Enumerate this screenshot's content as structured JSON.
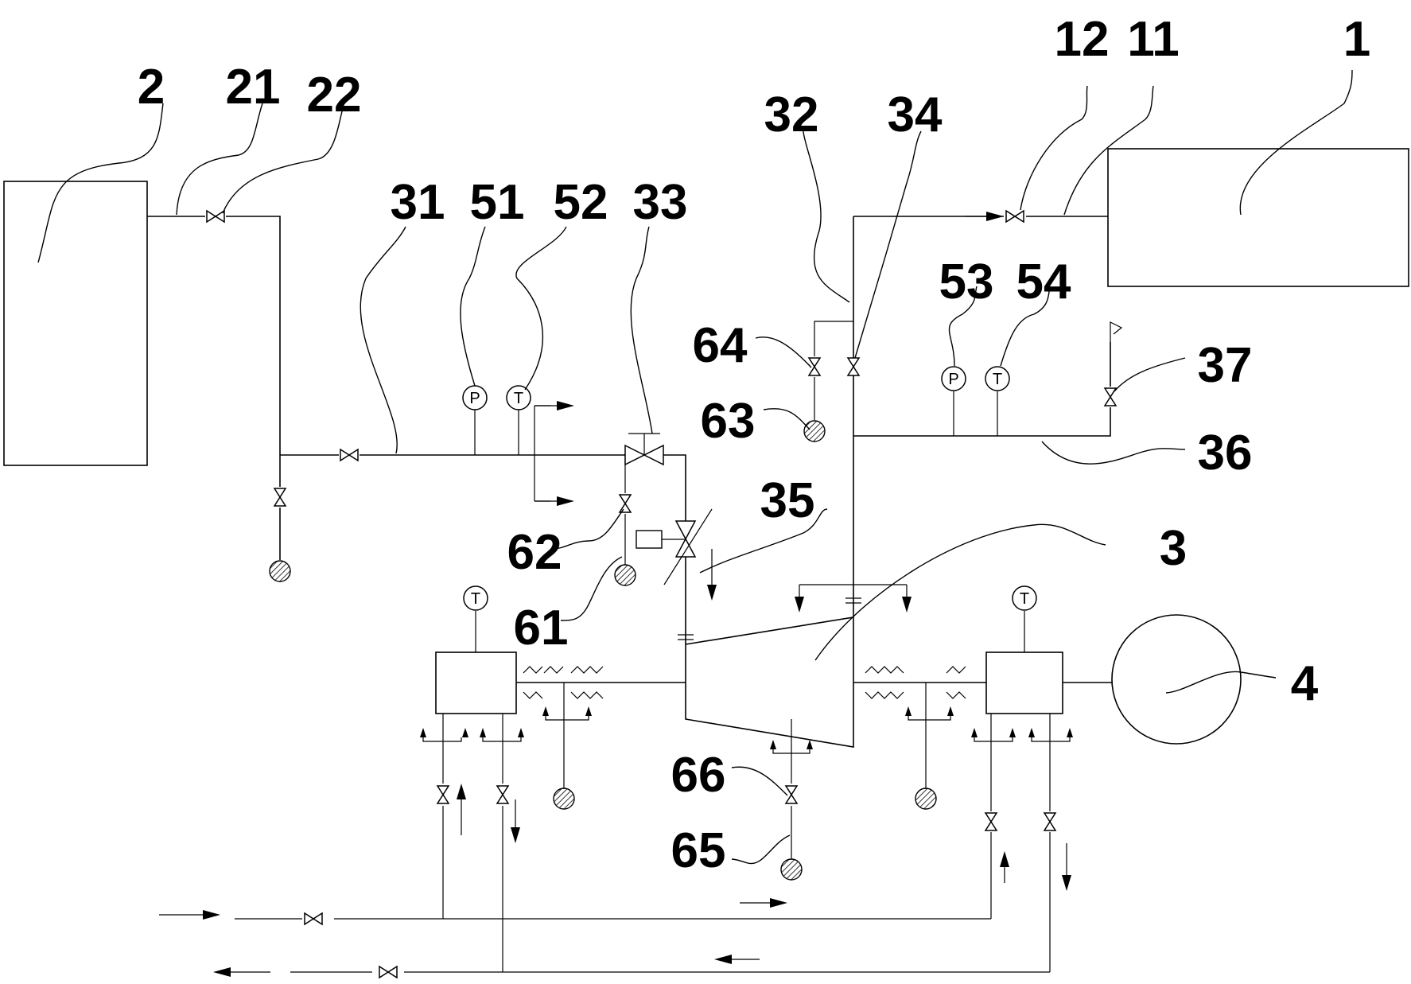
{
  "labels": {
    "l1": "1",
    "l2": "2",
    "l3": "3",
    "l4": "4",
    "l11": "11",
    "l12": "12",
    "l21": "21",
    "l22": "22",
    "l31": "31",
    "l32": "32",
    "l33": "33",
    "l34": "34",
    "l35": "35",
    "l36": "36",
    "l37": "37",
    "l51": "51",
    "l52": "52",
    "l53": "53",
    "l54": "54",
    "l61": "61",
    "l62": "62",
    "l63": "63",
    "l64": "64",
    "l65": "65",
    "l66": "66"
  },
  "instruments": {
    "pressure": "P",
    "temperature": "T"
  },
  "colors": {
    "line": "#000000",
    "background": "#ffffff"
  }
}
